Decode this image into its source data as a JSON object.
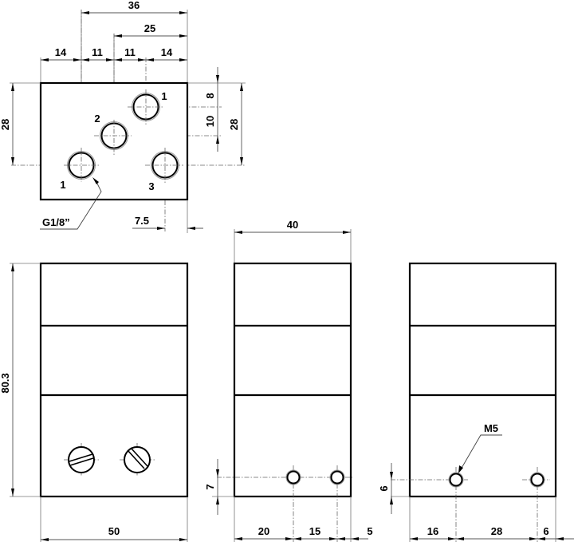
{
  "drawing": {
    "type": "orthographic technical drawing",
    "units": "mm",
    "views": {
      "top_view": {
        "dims_horizontal": {
          "overall_36": "36",
          "to_port2_25": "25",
          "seg1": "14",
          "seg2": "11",
          "seg3": "11",
          "seg4": "14"
        },
        "dims_vertical": {
          "left_28": "28",
          "right_8": "8",
          "right_10": "10",
          "right_28": "28"
        },
        "ports": {
          "p1_top": "1",
          "p2": "2",
          "p1_bottom": "1",
          "p3": "3"
        },
        "thread_callout": "G1/8”",
        "offset_7_5": "7.5"
      },
      "front_view": {
        "height": "80.3",
        "width": "50",
        "screws": [
          "slotted-screw",
          "slotted-screw"
        ]
      },
      "side_view_left": {
        "width": "40",
        "hole_height": "7",
        "dims_bottom": {
          "a": "20",
          "b": "15",
          "c": "5"
        }
      },
      "side_view_right": {
        "thread_callout": "M5",
        "hole_height": "6",
        "dims_bottom": {
          "a": "16",
          "b": "28",
          "c": "6"
        }
      }
    }
  }
}
